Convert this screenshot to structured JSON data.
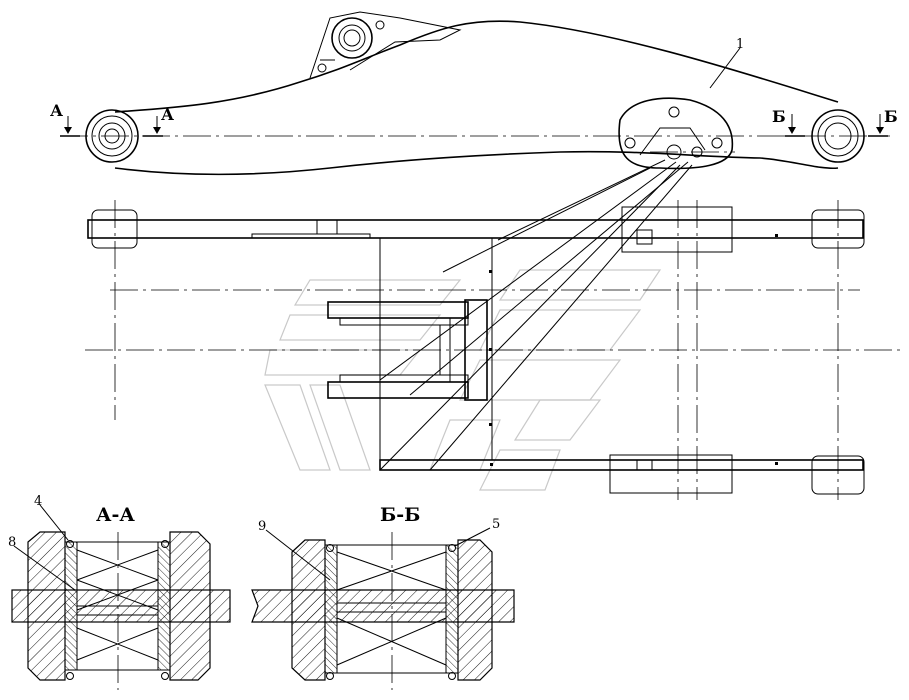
{
  "colors": {
    "line": "#000000",
    "background": "#ffffff",
    "watermark": "#c9c9c9"
  },
  "labels": {
    "section_a_left": "А",
    "section_a_right": "А",
    "section_b_left": "Б",
    "section_b_right": "Б",
    "section_a_title": "А-А",
    "section_b_title": "Б-Б"
  },
  "callouts": {
    "arm": "1",
    "seal_a": "4",
    "seal_b": "5",
    "sleeve_a": "8",
    "sleeve_b": "9"
  }
}
